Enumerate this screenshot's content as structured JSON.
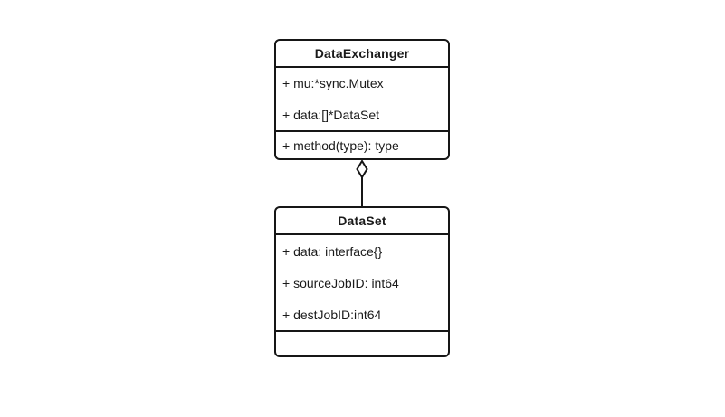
{
  "diagram": {
    "background_color": "#ffffff",
    "stroke_color": "#161616",
    "text_color": "#1a1a1a",
    "classes": [
      {
        "title": "DataExchanger",
        "attributes": [
          "+ mu:*sync.Mutex",
          "+ data:[]*DataSet"
        ],
        "methods": [
          "+ method(type): type"
        ]
      },
      {
        "title": "DataSet",
        "attributes": [
          "+ data: interface{}",
          "+ sourceJobID: int64",
          "+ destJobID:int64"
        ],
        "methods": []
      }
    ],
    "relationship": {
      "type": "aggregation",
      "from": "DataSet",
      "to": "DataExchanger",
      "marker": "hollow-diamond"
    }
  }
}
